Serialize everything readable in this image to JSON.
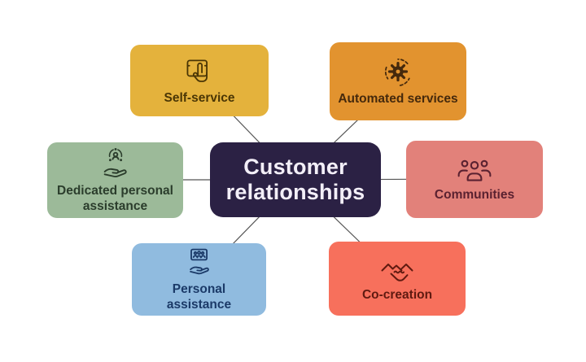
{
  "diagram": {
    "title": "Customer relationships",
    "center": {
      "label": "Customer relationships",
      "bg_color": "#2b2144",
      "text_color": "#f3eff8"
    },
    "connector_color": "#555555",
    "nodes": [
      {
        "id": "self-service",
        "label": "Self-service",
        "icon": "touchscreen-tap-icon",
        "bg_color": "#e4b23c",
        "text_color": "#4a3605",
        "position": "top-left"
      },
      {
        "id": "automated-services",
        "label": "Automated services",
        "icon": "gear-automation-icon",
        "bg_color": "#e2932f",
        "text_color": "#45290c",
        "position": "top-right"
      },
      {
        "id": "dedicated-personal-assistance",
        "label": "Dedicated personal assistance",
        "icon": "hand-care-person-icon",
        "bg_color": "#9cba99",
        "text_color": "#2b3d2c",
        "position": "middle-left"
      },
      {
        "id": "communities",
        "label": "Communities",
        "icon": "people-group-icon",
        "bg_color": "#e2817a",
        "text_color": "#5a2130",
        "position": "middle-right"
      },
      {
        "id": "personal-assistance",
        "label": "Personal assistance",
        "icon": "hand-holding-people-icon",
        "bg_color": "#90bbdf",
        "text_color": "#1b3a68",
        "position": "bottom-left"
      },
      {
        "id": "co-creation",
        "label": "Co-creation",
        "icon": "handshake-icon",
        "bg_color": "#f7705c",
        "text_color": "#601a10",
        "position": "bottom-right"
      }
    ]
  }
}
